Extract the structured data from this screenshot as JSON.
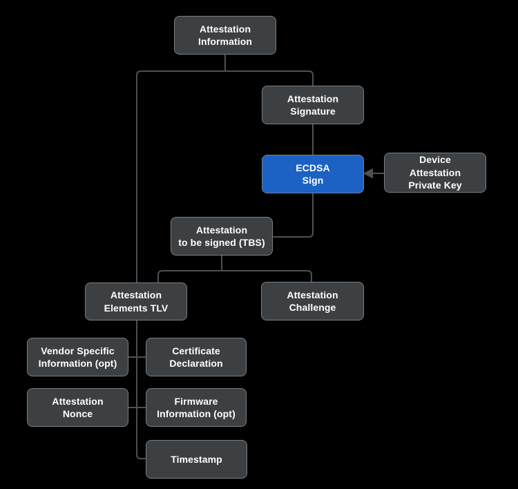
{
  "title": "Attestation information flow diagram",
  "colors": {
    "background": "#000000",
    "node_fill": "#3c4043",
    "node_border": "#7b7f83",
    "node_text": "#ffffff",
    "accent_fill": "#1c61c4",
    "connector": "#4d5154"
  },
  "nodes": {
    "info": {
      "label": "Attestation\nInformation"
    },
    "signature": {
      "label": "Attestation\nSignature"
    },
    "ecdsa": {
      "label": "ECDSA\nSign",
      "accent": true
    },
    "device_key": {
      "label": "Device\nAttestation\nPrivate Key"
    },
    "tbs": {
      "label": "Attestation\nto be signed (TBS)"
    },
    "elements_tlv": {
      "label": "Attestation\nElements TLV"
    },
    "challenge": {
      "label": "Attestation\nChallenge"
    },
    "vendor": {
      "label": "Vendor Specific\nInformation (opt)"
    },
    "cert_decl": {
      "label": "Certificate\nDeclaration"
    },
    "nonce": {
      "label": "Attestation\nNonce"
    },
    "firmware": {
      "label": "Firmware\nInformation (opt)"
    },
    "timestamp": {
      "label": "Timestamp"
    }
  },
  "edges": [
    {
      "from": "info",
      "to": "signature",
      "style": "line"
    },
    {
      "from": "info",
      "to": "elements_tlv",
      "style": "line"
    },
    {
      "from": "signature",
      "to": "ecdsa",
      "style": "line"
    },
    {
      "from": "device_key",
      "to": "ecdsa",
      "style": "arrow"
    },
    {
      "from": "ecdsa",
      "to": "tbs",
      "style": "line"
    },
    {
      "from": "tbs",
      "to": "elements_tlv",
      "style": "line"
    },
    {
      "from": "tbs",
      "to": "challenge",
      "style": "line"
    },
    {
      "from": "elements_tlv",
      "to": "vendor",
      "style": "line"
    },
    {
      "from": "elements_tlv",
      "to": "cert_decl",
      "style": "line"
    },
    {
      "from": "elements_tlv",
      "to": "nonce",
      "style": "line"
    },
    {
      "from": "elements_tlv",
      "to": "firmware",
      "style": "line"
    },
    {
      "from": "elements_tlv",
      "to": "timestamp",
      "style": "line"
    }
  ]
}
